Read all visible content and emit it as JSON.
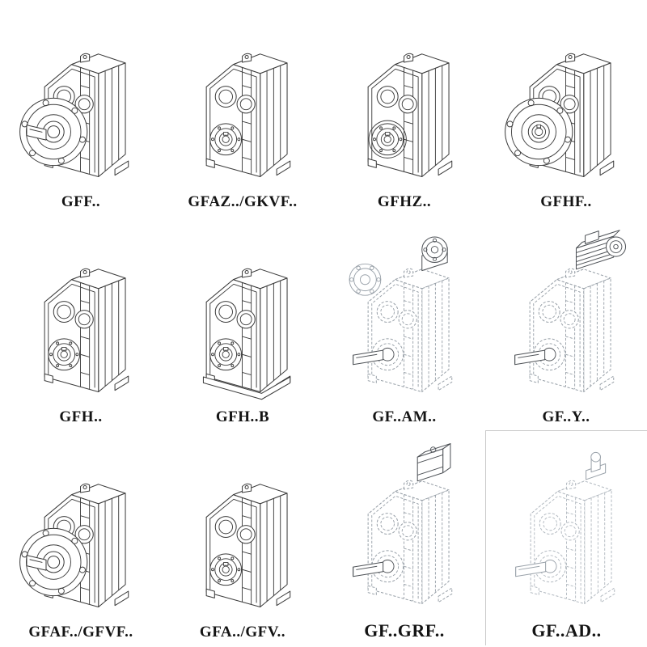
{
  "catalog": {
    "cells": [
      {
        "label": "GFF..",
        "drawing": "gearbox-flange-solid-shaft"
      },
      {
        "label": "GFAZ../GKVF..",
        "drawing": "gearbox-hollow-shaft"
      },
      {
        "label": "GFHZ..",
        "drawing": "gearbox-hollow-shaft-cover"
      },
      {
        "label": "GFHF..",
        "drawing": "gearbox-flange-hollow-shaft"
      },
      {
        "label": "GFH..",
        "drawing": "gearbox-hollow-shaft"
      },
      {
        "label": "GFH..B",
        "drawing": "gearbox-hollow-shaft-foot-plate"
      },
      {
        "label": "GF..AM..",
        "drawing": "gearbox-ghost-iec-round-adapter"
      },
      {
        "label": "GF..Y..",
        "drawing": "gearbox-ghost-mounted-motor"
      },
      {
        "label": "GFAF../GFVF..",
        "drawing": "gearbox-flange-solid-shaft"
      },
      {
        "label": "GFA../GFV..",
        "drawing": "gearbox-hollow-shaft"
      },
      {
        "label": "GF..GRF..",
        "drawing": "gearbox-ghost-block-adapter"
      },
      {
        "label": "GF..AD..",
        "drawing": "gearbox-ghost-input-shaft-adapter"
      }
    ]
  },
  "colors": {
    "background": "#ffffff",
    "line_solid": "#3c3c3c",
    "line_ghost": "#98a0a8",
    "line_ghost_light": "#b3bac1",
    "label_text": "#141414"
  }
}
